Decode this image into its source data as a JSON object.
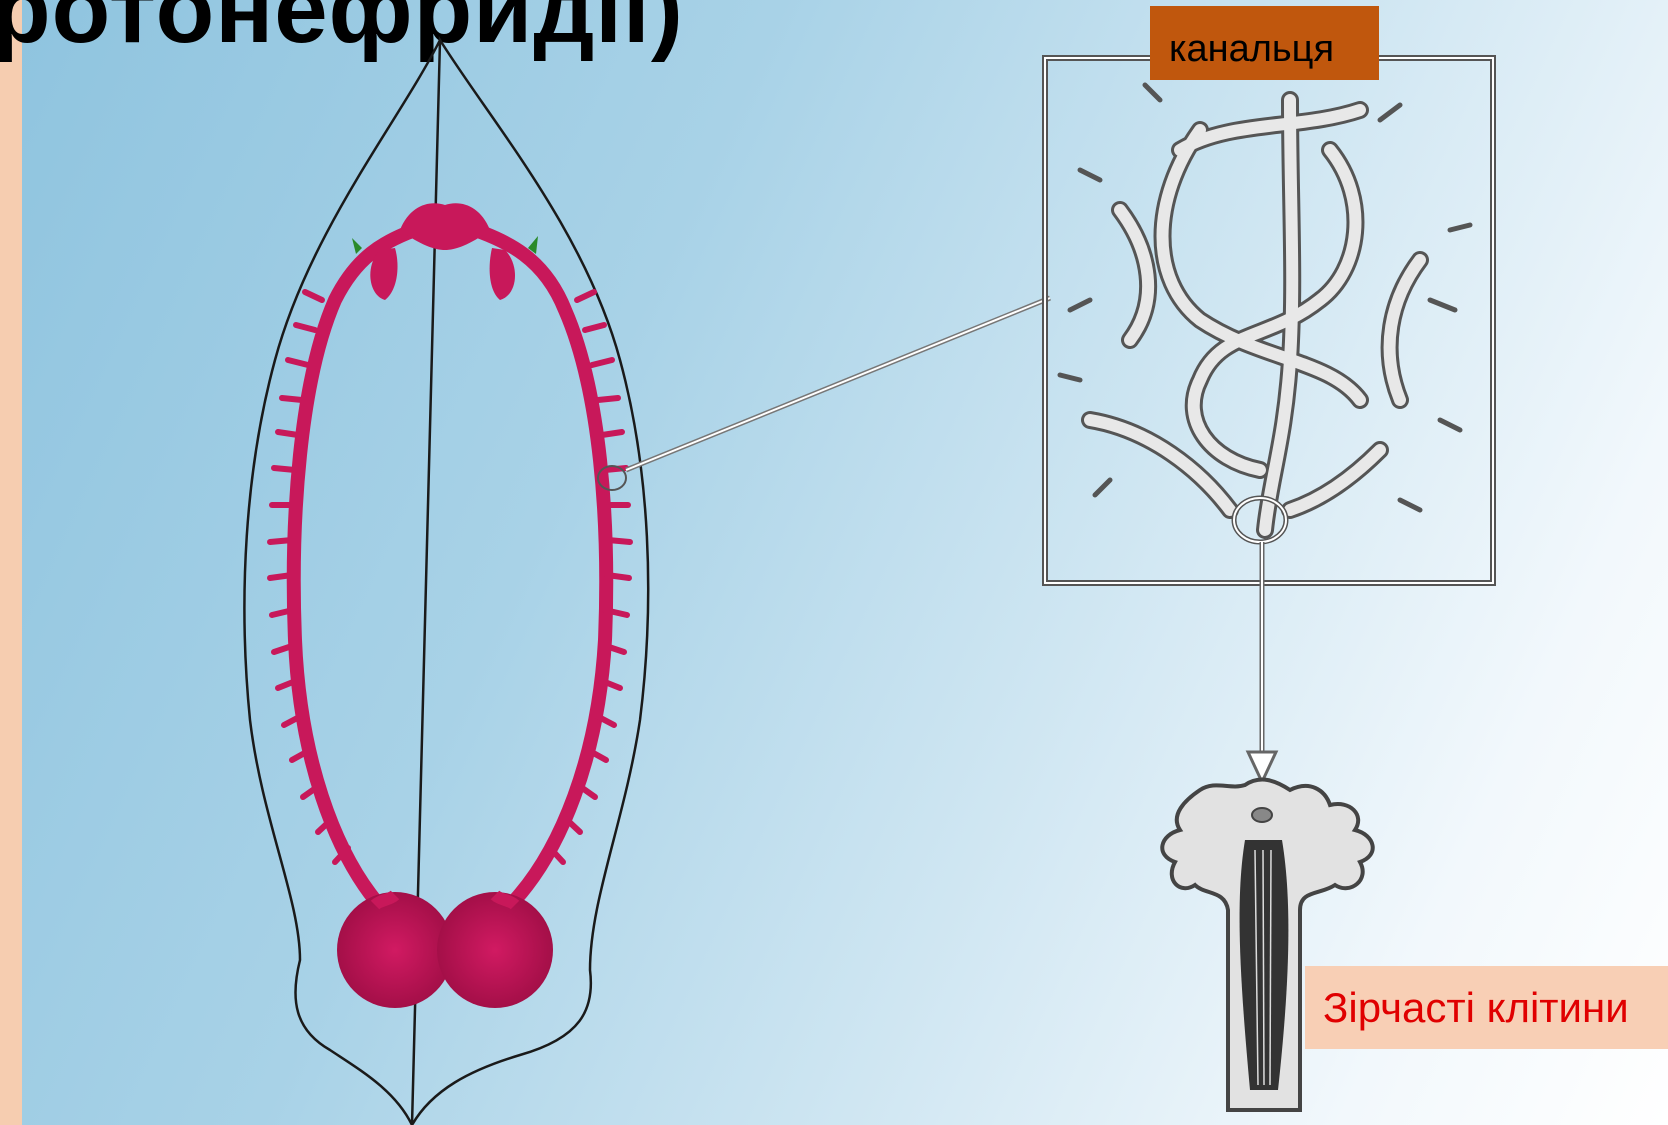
{
  "title": "ротонефридії)",
  "labels": {
    "canals": "канальця",
    "stellate_cells": "Зірчасті клітини"
  },
  "colors": {
    "background_left": "#8fc4df",
    "background_right": "#ffffff",
    "side_border": "#f6cdb0",
    "protonephridia": "#c8185a",
    "canal_label_bg": "#c0570d",
    "cells_label_bg": "#f8cfb5",
    "cells_label_text": "#e00000"
  }
}
